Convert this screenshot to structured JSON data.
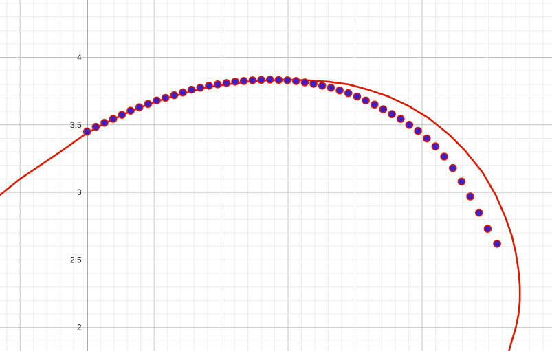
{
  "chart_data": {
    "type": "scatter",
    "xlim": [
      -0.65,
      3.47
    ],
    "ylim": [
      1.825,
      4.425
    ],
    "grid": true,
    "y_ticks": [
      {
        "value": 2,
        "label": "2"
      },
      {
        "value": 2.5,
        "label": "2.5"
      },
      {
        "value": 3,
        "label": "3"
      },
      {
        "value": 3.5,
        "label": "3.5"
      },
      {
        "value": 4,
        "label": "4"
      }
    ],
    "curve": {
      "color": "#dd1a00",
      "x": [
        -0.65,
        -0.5,
        -0.35,
        -0.2,
        -0.1,
        0.0,
        0.15,
        0.3,
        0.45,
        0.6,
        0.75,
        0.9,
        1.05,
        1.2,
        1.35,
        1.5,
        1.65,
        1.8,
        1.95,
        2.1,
        2.25,
        2.4,
        2.55,
        2.7,
        2.82,
        2.95,
        3.05,
        3.12,
        3.17,
        3.2,
        3.22,
        3.23,
        3.23,
        3.22,
        3.2,
        3.17,
        3.15
      ],
      "y": [
        2.98,
        3.1,
        3.2,
        3.3,
        3.37,
        3.44,
        3.52,
        3.59,
        3.65,
        3.7,
        3.74,
        3.78,
        3.8,
        3.82,
        3.83,
        3.835,
        3.83,
        3.82,
        3.8,
        3.76,
        3.71,
        3.64,
        3.55,
        3.43,
        3.31,
        3.15,
        2.98,
        2.82,
        2.68,
        2.55,
        2.42,
        2.3,
        2.2,
        2.1,
        2.0,
        1.9,
        1.83
      ]
    },
    "points": {
      "fill": "#3a1fd0",
      "stroke": "#dd1a00",
      "x": [
        0.0,
        0.065,
        0.13,
        0.195,
        0.26,
        0.325,
        0.39,
        0.455,
        0.52,
        0.585,
        0.65,
        0.715,
        0.78,
        0.845,
        0.91,
        0.975,
        1.04,
        1.105,
        1.17,
        1.235,
        1.3,
        1.365,
        1.43,
        1.495,
        1.56,
        1.625,
        1.69,
        1.755,
        1.82,
        1.885,
        1.95,
        2.015,
        2.08,
        2.145,
        2.21,
        2.275,
        2.34,
        2.405,
        2.47,
        2.535,
        2.6,
        2.665,
        2.73,
        2.795,
        2.86,
        2.925,
        2.99,
        3.06
      ],
      "y": [
        3.45,
        3.485,
        3.515,
        3.545,
        3.575,
        3.605,
        3.63,
        3.655,
        3.68,
        3.7,
        3.72,
        3.74,
        3.76,
        3.775,
        3.79,
        3.8,
        3.81,
        3.82,
        3.825,
        3.83,
        3.833,
        3.835,
        3.833,
        3.83,
        3.825,
        3.815,
        3.805,
        3.79,
        3.775,
        3.755,
        3.735,
        3.71,
        3.68,
        3.65,
        3.615,
        3.58,
        3.545,
        3.5,
        3.455,
        3.4,
        3.34,
        3.265,
        3.18,
        3.08,
        2.97,
        2.85,
        2.73,
        2.62
      ]
    }
  }
}
